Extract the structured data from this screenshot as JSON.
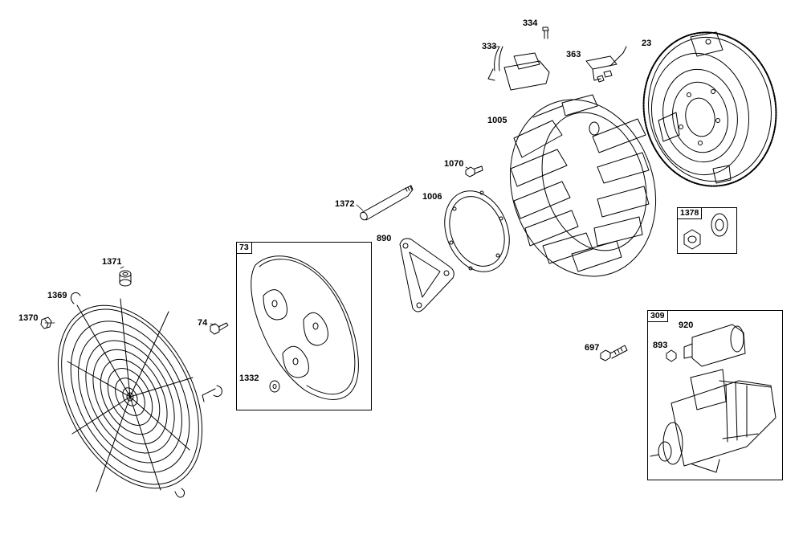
{
  "callouts": {
    "p334": "334",
    "p333": "333",
    "p363": "363",
    "p23": "23",
    "p1005": "1005",
    "p1070": "1070",
    "p1006": "1006",
    "p1372": "1372",
    "p890": "890",
    "p1378": "1378",
    "p73": "73",
    "p1371": "1371",
    "p1369": "1369",
    "p1370": "1370",
    "p74": "74",
    "p1332": "1332",
    "p697": "697",
    "p309": "309",
    "p920": "920",
    "p893": "893"
  },
  "colors": {
    "line": "#000000",
    "hatch": "#555555",
    "background": "#ffffff"
  }
}
